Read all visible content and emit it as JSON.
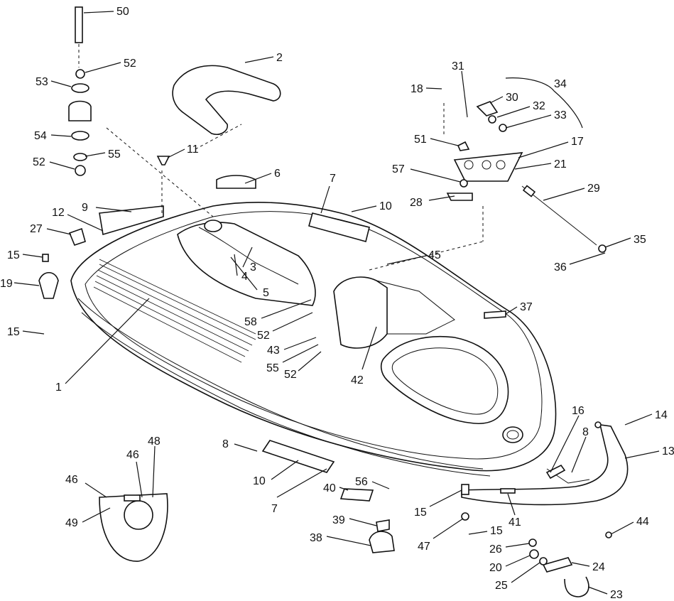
{
  "diagram": {
    "callouts": [
      {
        "id": "50",
        "label": "50"
      },
      {
        "id": "52a",
        "label": "52"
      },
      {
        "id": "53",
        "label": "53"
      },
      {
        "id": "54",
        "label": "54"
      },
      {
        "id": "55a",
        "label": "55"
      },
      {
        "id": "52b",
        "label": "52"
      },
      {
        "id": "2",
        "label": "2"
      },
      {
        "id": "11",
        "label": "11"
      },
      {
        "id": "6",
        "label": "6"
      },
      {
        "id": "9",
        "label": "9"
      },
      {
        "id": "12",
        "label": "12"
      },
      {
        "id": "27",
        "label": "27"
      },
      {
        "id": "15a",
        "label": "15"
      },
      {
        "id": "19",
        "label": "19"
      },
      {
        "id": "15b",
        "label": "15"
      },
      {
        "id": "1",
        "label": "1"
      },
      {
        "id": "3",
        "label": "3"
      },
      {
        "id": "4",
        "label": "4"
      },
      {
        "id": "5",
        "label": "5"
      },
      {
        "id": "58",
        "label": "58"
      },
      {
        "id": "52c",
        "label": "52"
      },
      {
        "id": "43",
        "label": "43"
      },
      {
        "id": "55b",
        "label": "55"
      },
      {
        "id": "52d",
        "label": "52"
      },
      {
        "id": "42",
        "label": "42"
      },
      {
        "id": "7a",
        "label": "7"
      },
      {
        "id": "10a",
        "label": "10"
      },
      {
        "id": "45",
        "label": "45"
      },
      {
        "id": "37",
        "label": "37"
      },
      {
        "id": "31",
        "label": "31"
      },
      {
        "id": "18",
        "label": "18"
      },
      {
        "id": "30",
        "label": "30"
      },
      {
        "id": "34",
        "label": "34"
      },
      {
        "id": "32",
        "label": "32"
      },
      {
        "id": "33",
        "label": "33"
      },
      {
        "id": "17",
        "label": "17"
      },
      {
        "id": "51",
        "label": "51"
      },
      {
        "id": "21",
        "label": "21"
      },
      {
        "id": "57",
        "label": "57"
      },
      {
        "id": "28",
        "label": "28"
      },
      {
        "id": "29",
        "label": "29"
      },
      {
        "id": "35",
        "label": "35"
      },
      {
        "id": "36",
        "label": "36"
      },
      {
        "id": "16",
        "label": "16"
      },
      {
        "id": "14",
        "label": "14"
      },
      {
        "id": "8a",
        "label": "8"
      },
      {
        "id": "13",
        "label": "13"
      },
      {
        "id": "8b",
        "label": "8"
      },
      {
        "id": "10b",
        "label": "10"
      },
      {
        "id": "7b",
        "label": "7"
      },
      {
        "id": "46a",
        "label": "46"
      },
      {
        "id": "46b",
        "label": "46"
      },
      {
        "id": "48",
        "label": "48"
      },
      {
        "id": "49",
        "label": "49"
      },
      {
        "id": "40",
        "label": "40"
      },
      {
        "id": "56",
        "label": "56"
      },
      {
        "id": "39",
        "label": "39"
      },
      {
        "id": "38",
        "label": "38"
      },
      {
        "id": "15c",
        "label": "15"
      },
      {
        "id": "47",
        "label": "47"
      },
      {
        "id": "15d",
        "label": "15"
      },
      {
        "id": "41",
        "label": "41"
      },
      {
        "id": "44",
        "label": "44"
      },
      {
        "id": "26",
        "label": "26"
      },
      {
        "id": "20",
        "label": "20"
      },
      {
        "id": "24",
        "label": "24"
      },
      {
        "id": "25",
        "label": "25"
      },
      {
        "id": "23",
        "label": "23"
      }
    ]
  }
}
